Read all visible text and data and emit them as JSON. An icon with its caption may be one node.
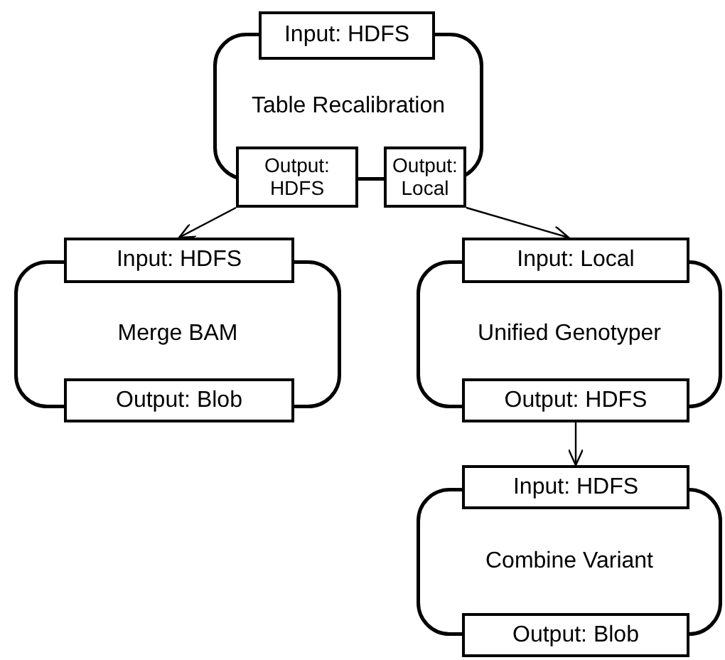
{
  "diagram": {
    "nodes": [
      {
        "text": [
          "Table Recalibration"
        ]
      },
      {
        "text": [
          "Input: HDFS"
        ]
      },
      {
        "text": [
          "Output: HDFS"
        ]
      },
      {
        "text": [
          "Output: Local"
        ]
      },
      {
        "text": [
          "Merge BAM"
        ]
      },
      {
        "text": [
          "Input: HDFS"
        ]
      },
      {
        "text": [
          "Output: Blob"
        ]
      },
      {
        "text": [
          "Unified Genotyper"
        ]
      },
      {
        "text": [
          "Input: Local"
        ]
      },
      {
        "text": [
          "Output: HDFS"
        ]
      },
      {
        "text": [
          "Combine Variant"
        ]
      },
      {
        "text": [
          "Input: HDFS"
        ]
      },
      {
        "text": [
          "Output: Blob"
        ]
      }
    ],
    "edges": [
      {
        "from": 2,
        "to": 5,
        "arrow": "to"
      },
      {
        "from": 3,
        "to": 8,
        "arrow": "to"
      },
      {
        "from": 9,
        "to": 11,
        "arrow": "to"
      }
    ]
  }
}
